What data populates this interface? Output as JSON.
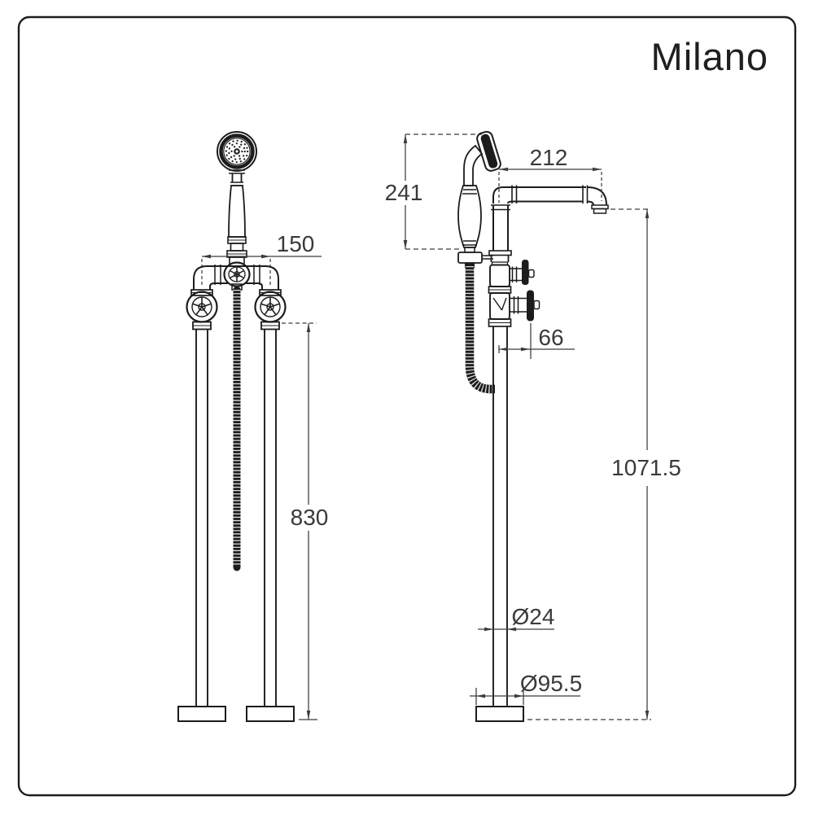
{
  "brand": {
    "logo_text": "Milano"
  },
  "dimensions": {
    "pipe_spacing": "150",
    "inlet_height": "830",
    "handset_height": "241",
    "spout_reach": "212",
    "handle_offset": "66",
    "overall_height": "1071.5",
    "pipe_diameter": "Ø24",
    "base_diameter": "Ø95.5"
  }
}
